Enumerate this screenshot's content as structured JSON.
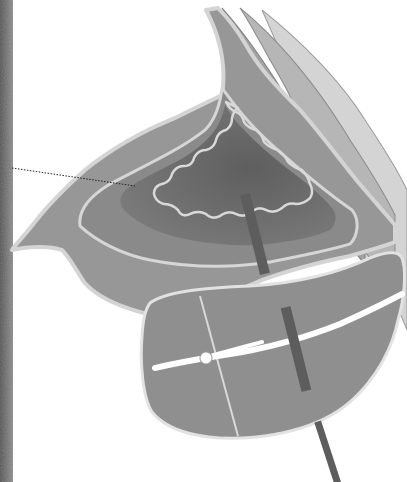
{
  "diagram": {
    "title": "",
    "labels": [],
    "colors": {
      "background": "#ffffff",
      "left_strip": "#6a6a6a",
      "outer_body": "#9b9b9b",
      "outer_outline": "#d2d2d2",
      "inner_cavity": "#6f6f6f",
      "inner_outline": "#d8d8d8",
      "rear_layer_light": "#c8c8c8",
      "rear_layer_mid": "#a8a8a8",
      "probe_bar": "#5d5d5d",
      "lower_block": "#8f8f8f",
      "lower_block_outline": "#e0e0e0",
      "tube": "#ffffff",
      "leader_line": "#222222"
    },
    "icons": {
      "pointer": "leader-line",
      "probe": "needle-bar",
      "tube": "catheter"
    }
  }
}
